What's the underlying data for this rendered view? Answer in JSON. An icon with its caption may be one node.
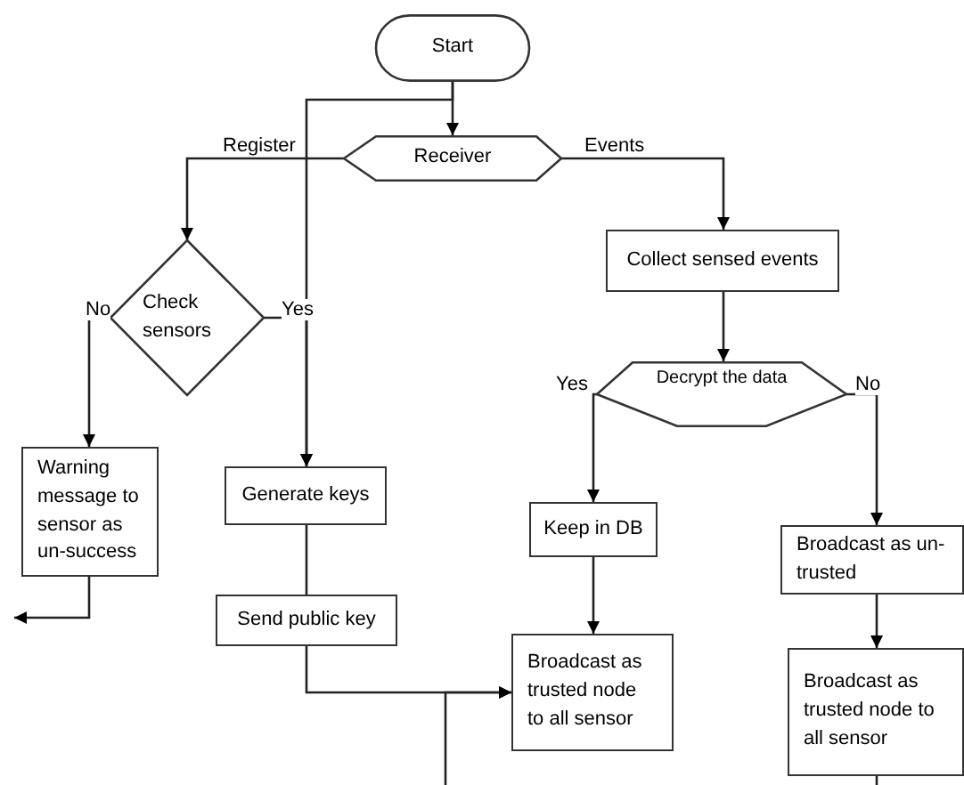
{
  "diagram": {
    "nodes": [
      {
        "text": [
          "Start"
        ]
      },
      {
        "text": [
          "Receiver"
        ]
      },
      {
        "text": [
          "Check sensors"
        ]
      },
      {
        "text": [
          "Collect sensed events"
        ]
      },
      {
        "text": [
          "Decrypt the data"
        ]
      },
      {
        "text": [
          "Warning message to sensor as un-success"
        ]
      },
      {
        "text": [
          "Generate keys"
        ]
      },
      {
        "text": [
          "Keep in DB"
        ]
      },
      {
        "text": [
          "Broadcast as un-trusted"
        ]
      },
      {
        "text": [
          "Send public key"
        ]
      },
      {
        "text": [
          "Broadcast as trusted node to all sensor"
        ]
      },
      {
        "text": [
          "Broadcast as trusted node to all sensor"
        ]
      }
    ],
    "edges": [
      {
        "from": 0,
        "to": 1,
        "arrow": "to"
      },
      {
        "from": 1,
        "to": 2,
        "arrow": "to",
        "label": "Register"
      },
      {
        "from": 1,
        "to": 3,
        "arrow": "to",
        "label": "Events"
      },
      {
        "from": 2,
        "to": 5,
        "arrow": "to",
        "label": "No"
      },
      {
        "from": 2,
        "to": 6,
        "arrow": "to",
        "label": "Yes"
      },
      {
        "from": 0,
        "to": 6,
        "arrow": "to"
      },
      {
        "from": 6,
        "to": 9,
        "arrow": "none"
      },
      {
        "from": 9,
        "to": 10,
        "arrow": "to"
      },
      {
        "from": 5,
        "to": null,
        "arrow": "to"
      },
      {
        "from": null,
        "to": 10,
        "arrow": "to"
      },
      {
        "from": 3,
        "to": 4,
        "arrow": "to"
      },
      {
        "from": 4,
        "to": 7,
        "arrow": "to",
        "label": "Yes"
      },
      {
        "from": 4,
        "to": 8,
        "arrow": "to",
        "label": "No"
      },
      {
        "from": 7,
        "to": 10,
        "arrow": "to"
      },
      {
        "from": 8,
        "to": 11,
        "arrow": "to"
      },
      {
        "from": 11,
        "to": null,
        "arrow": "none"
      }
    ]
  }
}
